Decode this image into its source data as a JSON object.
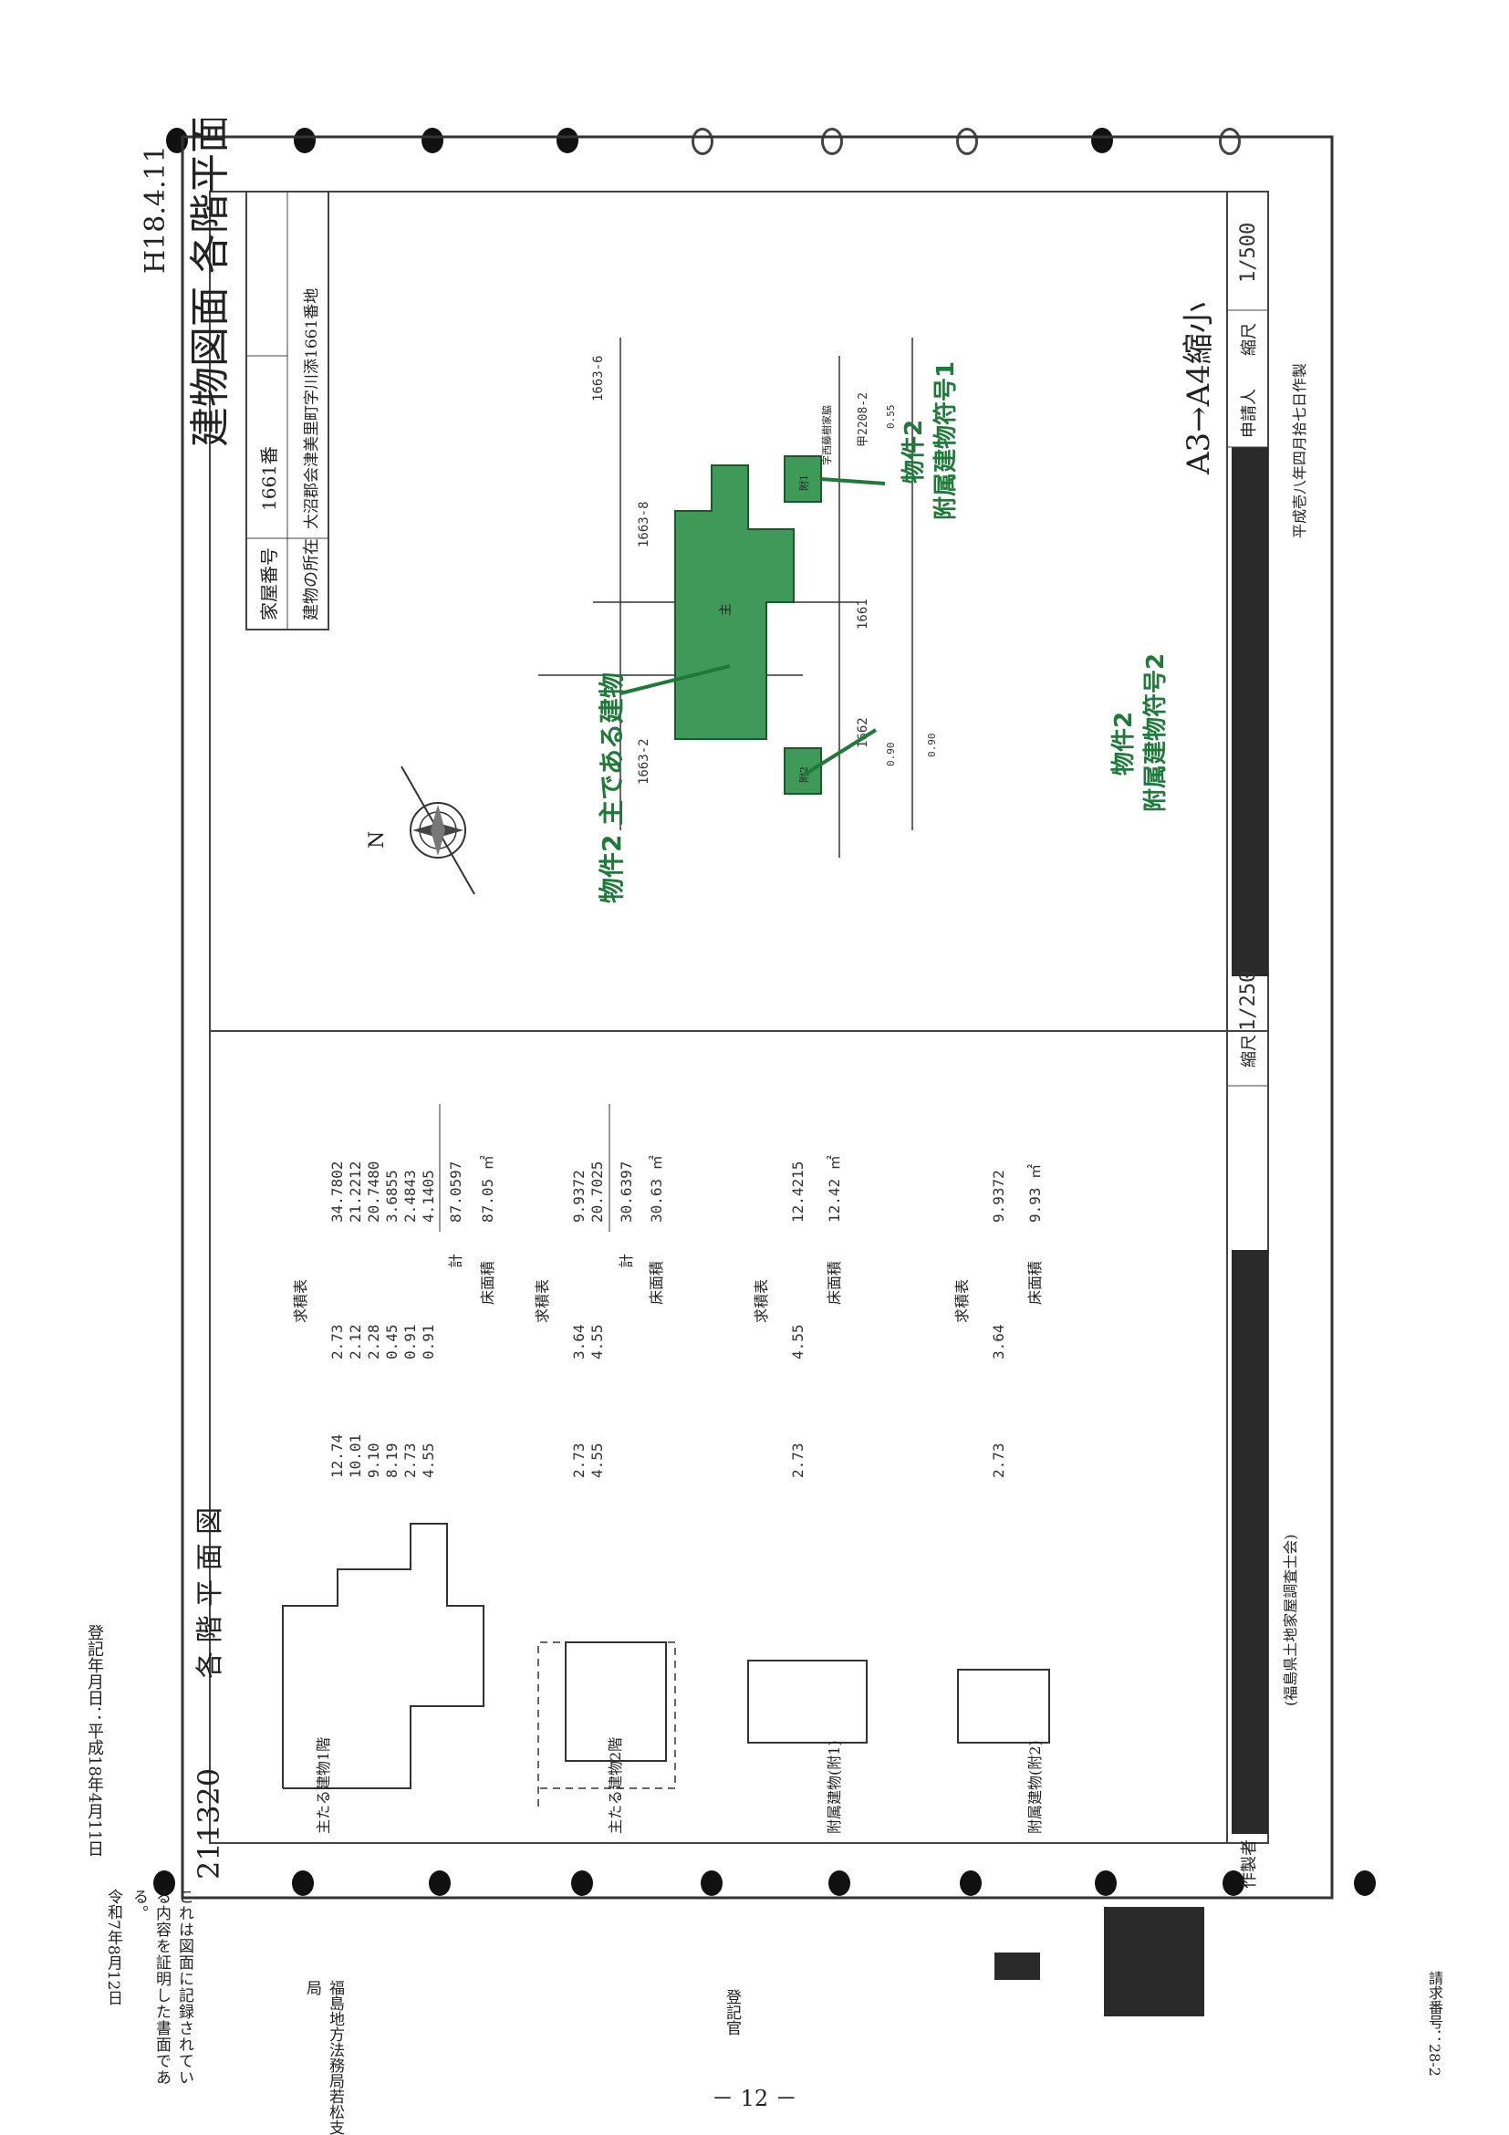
{
  "sheet": {
    "title_right": "建物図面 各階平面図",
    "date_handwritten": "H18.4.11",
    "house_number_label": "家屋番号",
    "house_number_value": "1661番",
    "location_label": "建物の所在",
    "location_value": "大沼郡会津美里町字川添1661番地",
    "scale_a3a4": "A3→A4縮小",
    "scale_label": "縮尺",
    "scale_site": "1/500",
    "scale_floor": "1/250",
    "applicant_label": "申請人",
    "maker_label": "作製者",
    "maker_org": "(福島県土地家屋調査士会)",
    "reiwa_date_vertical": "平成壱八年四月拾七日作製",
    "registration_date": "登記年月日：平成18年4月11日",
    "left_title": "各 階 平 面 図",
    "doc_number": "211320",
    "request_number": "請求番号：28-2",
    "page_number": "－ 12 －"
  },
  "site_plan": {
    "lots": [
      "1663-6",
      "1663-8",
      "1663-2",
      "1661",
      "1662",
      "字西藤樹家脇",
      "甲2208-2"
    ],
    "main_label": "物件2 主である建物",
    "annex1_label": [
      "物件2",
      "附属建物符号1"
    ],
    "annex2_label": [
      "物件2",
      "附属建物符号2"
    ],
    "dims": [
      "0.55",
      "0.90",
      "0.90"
    ],
    "main_mark": "主",
    "annex1_mark": "附1",
    "annex2_mark": "附2"
  },
  "floor_tables": {
    "main_1f": {
      "label": "主たる建物1階",
      "header": "求積表",
      "rows": [
        [
          "12.74",
          "2.73",
          "34.7802"
        ],
        [
          "10.01",
          "2.12",
          "21.2212"
        ],
        [
          "9.10",
          "2.28",
          "20.7480"
        ],
        [
          "8.19",
          "0.45",
          "3.6855"
        ],
        [
          "2.73",
          "0.91",
          "2.4843"
        ],
        [
          "4.55",
          "0.91",
          "4.1405"
        ]
      ],
      "sum_label": "計",
      "sum": "87.0597",
      "floor_area_label": "床面積",
      "floor_area": "87.05 ㎡"
    },
    "main_2f": {
      "label": "主たる建物2階",
      "header": "求積表",
      "rows": [
        [
          "2.73",
          "3.64",
          "9.9372"
        ],
        [
          "4.55",
          "4.55",
          "20.7025"
        ]
      ],
      "sum_label": "計",
      "sum": "30.6397",
      "floor_area_label": "床面積",
      "floor_area": "30.63 ㎡"
    },
    "annex1": {
      "label": "附属建物(附1)",
      "header": "求積表",
      "rows": [
        [
          "2.73",
          "4.55",
          "12.4215"
        ]
      ],
      "floor_area_label": "床面積",
      "floor_area": "12.42 ㎡"
    },
    "annex2": {
      "label": "附属建物(附2)",
      "header": "求積表",
      "rows": [
        [
          "2.73",
          "3.64",
          "9.9372"
        ]
      ],
      "floor_area_label": "床面積",
      "floor_area": "9.93 ㎡"
    }
  },
  "certification": {
    "text": "これは図面に記録されている内容を証明した書面である。",
    "date": "令和7年8月12日",
    "office": "福島地方法務局若松支局",
    "registrar": "登記官"
  }
}
